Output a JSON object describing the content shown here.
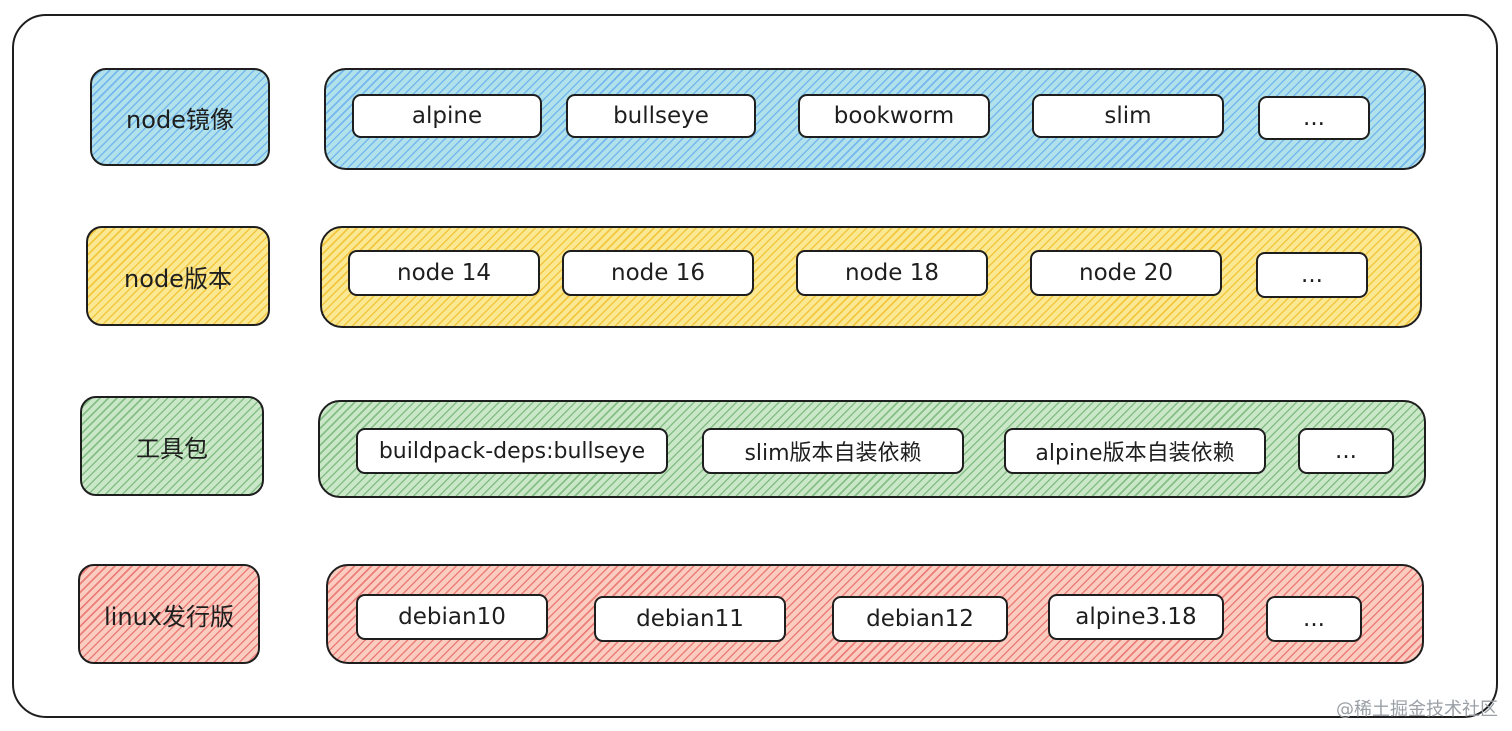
{
  "rows": [
    {
      "label": "node镜像",
      "color": "#15aabf",
      "chips": [
        "alpine",
        "bullseye",
        "bookworm",
        "slim",
        "..."
      ]
    },
    {
      "label": "node版本",
      "color": "#fab005",
      "chips": [
        "node 14",
        "node 16",
        "node 18",
        "node 20",
        "..."
      ]
    },
    {
      "label": "工具包",
      "color": "#40c057",
      "chips": [
        "buildpack-deps:bullseye",
        "slim版本自装依赖",
        "alpine版本自装依赖",
        "..."
      ]
    },
    {
      "label": "linux发行版",
      "color": "#fa5252",
      "chips": [
        "debian10",
        "debian11",
        "debian12",
        "alpine3.18",
        "..."
      ]
    }
  ],
  "watermark": "@稀土掘金技术社区"
}
